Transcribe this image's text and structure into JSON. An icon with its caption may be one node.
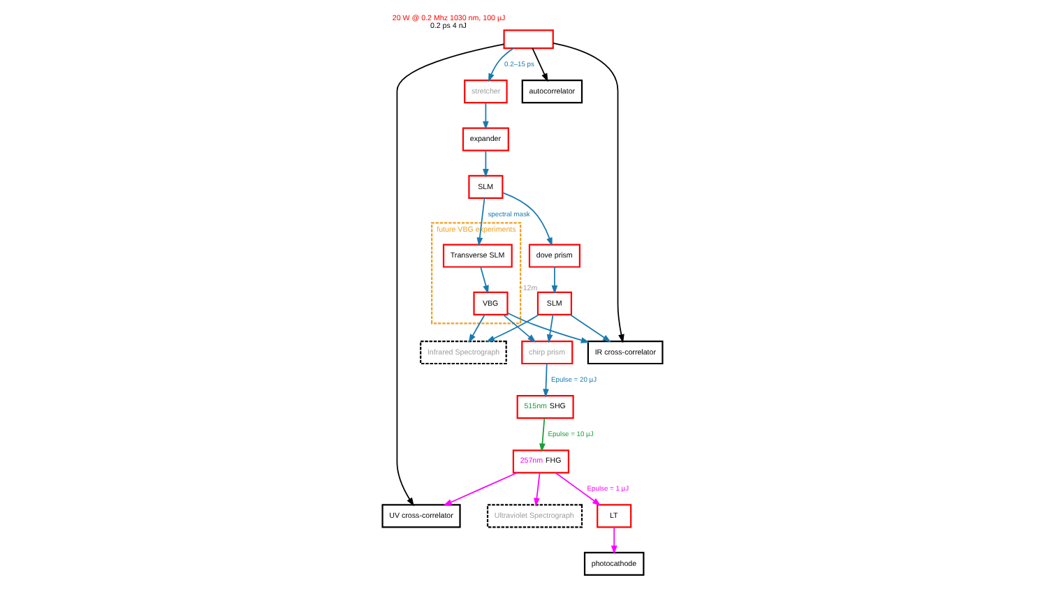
{
  "diagram": {
    "nodes": [
      {
        "text": [
          "stretcher"
        ]
      },
      {
        "text": [
          "expander"
        ]
      },
      {
        "text": [
          "SLM"
        ]
      },
      {
        "text": [
          "dove prism"
        ]
      },
      {
        "text": [
          "SLM"
        ],
        "beside": [
          "~12m"
        ]
      },
      {
        "text": [
          "future VBG experiments"
        ]
      },
      {
        "text": [
          "Transverse SLM"
        ],
        "in": 5
      },
      {
        "text": [
          "VBG"
        ],
        "in": 5
      },
      {
        "text": [],
        "shape": "box",
        "beside": [
          "20 W @ 0.2 Mhz 1030 nm, 100 µJ",
          "0.2 ps 4 nJ"
        ]
      },
      {
        "text": [
          "Infrared Spectrograph"
        ]
      },
      {
        "text": [
          "IR cross-correlator"
        ]
      },
      {
        "text": [
          "chirp prism"
        ]
      },
      {
        "text": [
          "autocorrelator"
        ]
      },
      {
        "text": [
          "515nm SHG"
        ]
      },
      {
        "text": [
          "UV cross-correlator"
        ]
      },
      {
        "text": [
          "257nm FHG"
        ]
      },
      {
        "text": [
          "Ultraviolet Spectrograph"
        ]
      },
      {
        "text": [
          "LT"
        ]
      },
      {
        "text": [
          "photocathode"
        ]
      }
    ],
    "edges": [
      {
        "from": 8,
        "to": 0,
        "arrow": "to",
        "label": "0.2–15 ps"
      },
      {
        "from": 0,
        "to": 1,
        "arrow": "to"
      },
      {
        "from": 1,
        "to": 2,
        "arrow": "to"
      },
      {
        "from": 2,
        "to": 3,
        "arrow": "to"
      },
      {
        "from": 2,
        "to": 6,
        "arrow": "to",
        "label": "spectral mask"
      },
      {
        "from": 3,
        "to": 4,
        "arrow": "to"
      },
      {
        "from": 6,
        "to": 7,
        "arrow": "to"
      },
      {
        "from": 4,
        "to": 11,
        "arrow": "to"
      },
      {
        "from": 7,
        "to": 11,
        "arrow": "to"
      },
      {
        "from": 4,
        "to": 9,
        "arrow": "to"
      },
      {
        "from": 4,
        "to": 10,
        "arrow": "to"
      },
      {
        "from": 7,
        "to": 9,
        "arrow": "to"
      },
      {
        "from": 7,
        "to": 10,
        "arrow": "to"
      },
      {
        "from": 8,
        "to": 10,
        "arrow": "to",
        "color": "#000000"
      },
      {
        "from": 8,
        "to": 12,
        "arrow": "to",
        "color": "#000000"
      },
      {
        "from": 8,
        "to": 14,
        "arrow": "to",
        "color": "#000000"
      },
      {
        "from": 11,
        "to": 13,
        "arrow": "to",
        "label": "Epulse = 20 µJ"
      },
      {
        "from": 13,
        "to": 15,
        "arrow": "to",
        "label": "Epulse = 10 µJ",
        "color": "#1a9e3a"
      },
      {
        "from": 15,
        "to": 17,
        "arrow": "to",
        "label": "Epulse = 1 µJ",
        "color": "#ff00ff"
      },
      {
        "from": 15,
        "to": 14,
        "arrow": "to",
        "color": "#ff00ff"
      },
      {
        "from": 15,
        "to": 16,
        "arrow": "to",
        "color": "#ff00ff"
      },
      {
        "from": 17,
        "to": 18,
        "arrow": "to",
        "color": "#ff00ff"
      }
    ]
  }
}
